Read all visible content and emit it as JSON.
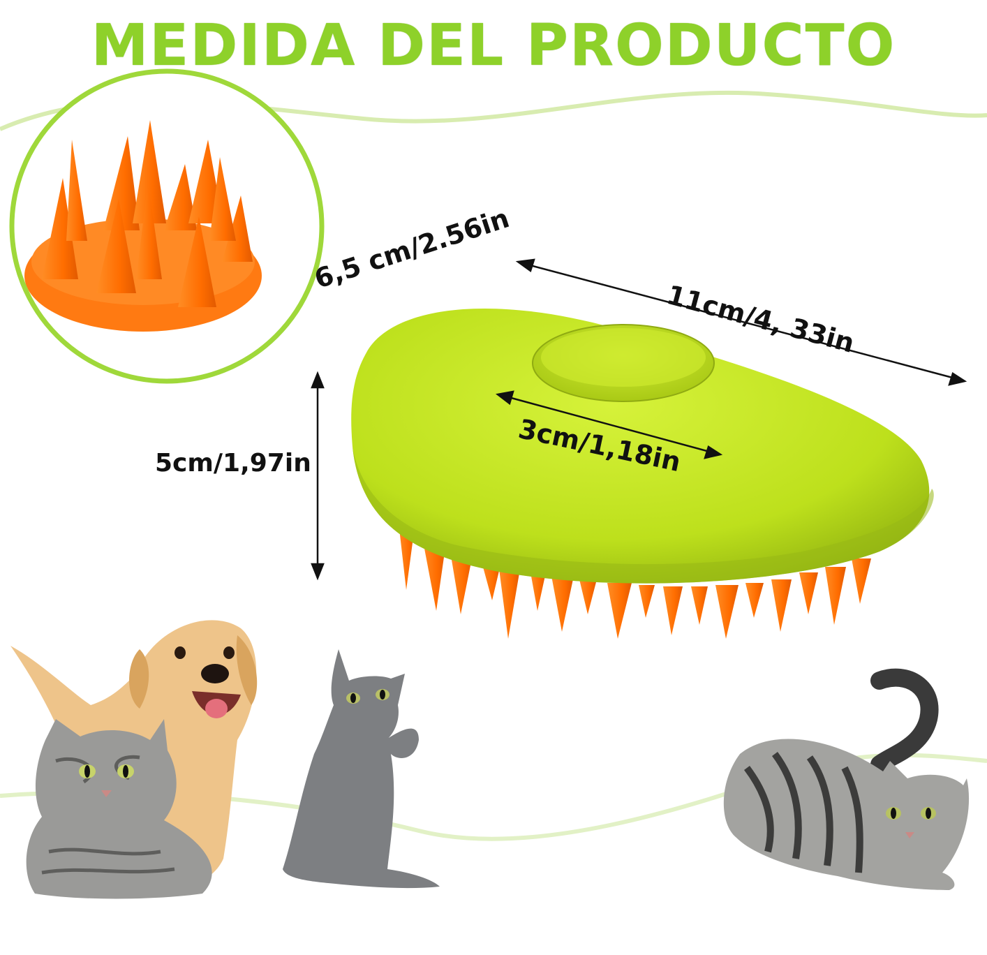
{
  "title": "MEDIDA DEL PRODUCTO",
  "dimensions": {
    "length": "11cm/4, 33in",
    "width": "6,5 cm/2.56in",
    "height": "5cm/1,97in",
    "button": "3cm/1,18in"
  },
  "colors": {
    "accent_green": "#8ed12a",
    "brush_green": "#c5e81f",
    "bristle_orange": "#ff7a12",
    "text_dark": "#111111"
  },
  "illustrations": [
    "bristle-detail-inset",
    "steam-brush",
    "golden-puppy",
    "gray-tabby-kitten",
    "gray-cat",
    "striped-tabby-cat"
  ]
}
